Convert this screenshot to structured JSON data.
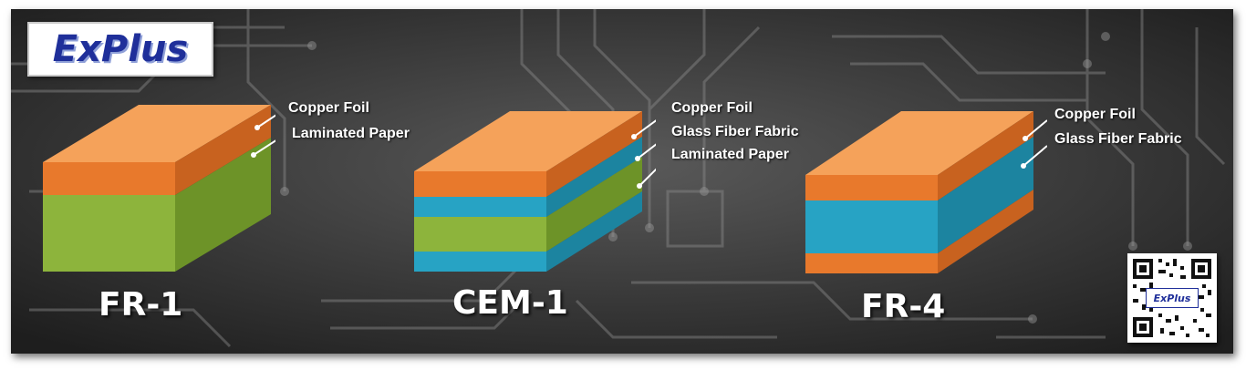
{
  "brand": {
    "logo_text": "ExPlus",
    "qr_badge_text": "ExPlus"
  },
  "colors": {
    "copper": "#e8792c",
    "copper_top": "#f5a25a",
    "paper": "#8db43c",
    "glass_fiber": "#27a3c4",
    "logo_blue": "#1f2f9a"
  },
  "boards": [
    {
      "name": "FR-1",
      "layers": [
        "Copper Foil",
        "Laminated Paper"
      ]
    },
    {
      "name": "CEM-1",
      "layers": [
        "Copper Foil",
        "Glass Fiber Fabric",
        "Laminated Paper"
      ]
    },
    {
      "name": "FR-4",
      "layers": [
        "Copper Foil",
        "Glass Fiber Fabric"
      ]
    }
  ]
}
